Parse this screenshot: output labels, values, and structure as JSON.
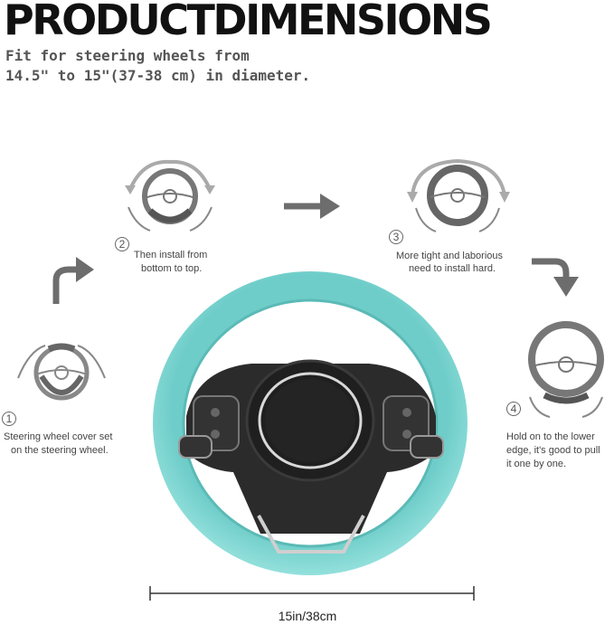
{
  "header": {
    "title": "PRODUCTDIMENSIONS",
    "subtitle_line1": "Fit for steering wheels from",
    "subtitle_line2": "14.5\" to 15\"(37-38 cm) in diameter."
  },
  "steps": [
    {
      "number": "1",
      "line1": "Steering wheel cover set",
      "line2": "on the steering wheel."
    },
    {
      "number": "2",
      "line1": "Then install from",
      "line2": "bottom to top."
    },
    {
      "number": "3",
      "line1": "More tight and laborious",
      "line2": "need to install hard."
    },
    {
      "number": "4",
      "line1": "Hold on to the lower",
      "line2": "edge, it's good to pull",
      "line3": "it one by one."
    }
  ],
  "measurement": {
    "label": "15in/38cm"
  },
  "colors": {
    "cover": "#7fd4d0",
    "wheel": "#2b2b2b",
    "arrow": "#6d6d6d",
    "icon": "#7a7a7a"
  }
}
